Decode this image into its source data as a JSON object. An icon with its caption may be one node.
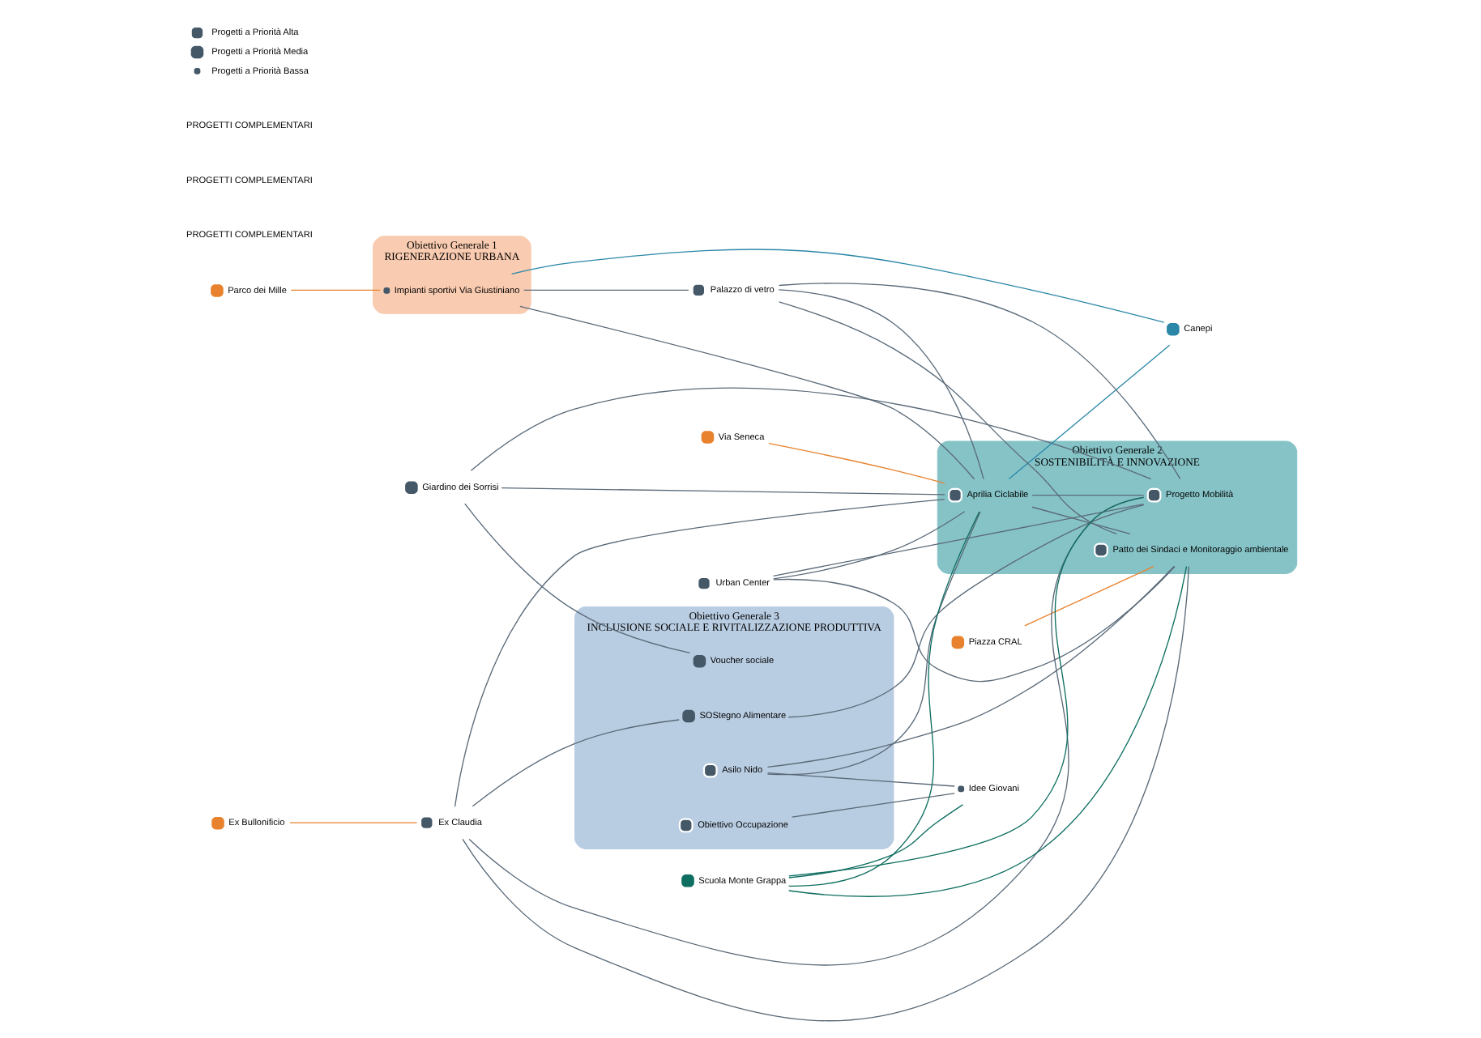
{
  "diagram": {
    "nodes": [
      {
        "text": [
          "Obiettivo Generale 1",
          "RIGENERAZIONE URBANA"
        ]
      },
      {
        "text": [
          "Ex Bullonificio"
        ]
      },
      {
        "text": [
          "Parco dei Mille"
        ]
      },
      {
        "text": [
          "Piazza CRAL"
        ]
      },
      {
        "text": [
          "Via Seneca"
        ]
      },
      {
        "text": [
          "Impianti sportivi Via Giustiniano"
        ],
        "in": 0
      },
      {
        "text": [
          "Obiettivo Generale 3",
          "INCLUSIONE SOCIALE E RIVITALIZZAZIONE PRODUTTIVA"
        ]
      },
      {
        "text": [
          "Canepi"
        ]
      },
      {
        "text": [
          "Voucher sociale"
        ],
        "in": 6
      },
      {
        "text": [
          "Giardino dei Sorrisi"
        ]
      },
      {
        "text": [
          "SOStegno Alimentare"
        ],
        "in": 6
      },
      {
        "text": [
          "Obiettivo Generale 2",
          "SOSTENIBILITÀ E INNOVAZIONE"
        ]
      },
      {
        "text": [
          "Palazzo di vetro"
        ]
      },
      {
        "text": [
          "Ex Claudia"
        ]
      },
      {
        "text": [
          "Urban Center"
        ]
      },
      {
        "text": [
          "Asilo Nido"
        ],
        "in": 6
      },
      {
        "text": [
          "Aprilia Ciclabile"
        ],
        "in": 11
      },
      {
        "text": [
          "Patto dei Sindaci e Monitoraggio ambientale"
        ],
        "in": 11
      },
      {
        "text": [
          "Obiettivo Occupazione"
        ],
        "in": 6
      },
      {
        "text": [
          "Scuola Monte Grappa"
        ]
      },
      {
        "text": [
          "Idee Giovani"
        ]
      },
      {
        "text": [
          "Progetto Mobilità"
        ],
        "in": 11
      }
    ],
    "edges": [
      {
        "from": 1,
        "to": 13,
        "arrow": "none",
        "color": "#e8822e"
      },
      {
        "from": 2,
        "to": 5,
        "arrow": "none",
        "color": "#e8822e"
      },
      {
        "from": 3,
        "to": 17,
        "arrow": "none",
        "color": "#e8822e"
      },
      {
        "from": 4,
        "to": 16,
        "arrow": "none",
        "color": "#e8822e"
      },
      {
        "from": 5,
        "to": 7,
        "arrow": "none",
        "color": "#2a87a8"
      },
      {
        "from": 5,
        "to": 12,
        "arrow": "none"
      },
      {
        "from": 5,
        "to": 16,
        "arrow": "none"
      },
      {
        "from": 16,
        "to": 7,
        "arrow": "none",
        "color": "#2a87a8"
      },
      {
        "from": 9,
        "to": 8,
        "arrow": "none"
      },
      {
        "from": 13,
        "to": 10,
        "arrow": "none"
      },
      {
        "from": 10,
        "to": 21,
        "arrow": "none"
      },
      {
        "from": 12,
        "to": 16,
        "arrow": "none"
      },
      {
        "from": 12,
        "to": 17,
        "arrow": "none"
      },
      {
        "from": 12,
        "to": 21,
        "arrow": "none"
      },
      {
        "from": 9,
        "to": 16,
        "arrow": "none"
      },
      {
        "from": 9,
        "to": 21,
        "arrow": "none"
      },
      {
        "from": 13,
        "to": 16,
        "arrow": "none"
      },
      {
        "from": 13,
        "to": 17,
        "arrow": "none"
      },
      {
        "from": 13,
        "to": 21,
        "arrow": "none"
      },
      {
        "from": 14,
        "to": 16,
        "arrow": "none"
      },
      {
        "from": 14,
        "to": 17,
        "arrow": "none"
      },
      {
        "from": 14,
        "to": 21,
        "arrow": "none"
      },
      {
        "from": 15,
        "to": 16,
        "arrow": "none"
      },
      {
        "from": 15,
        "to": 17,
        "arrow": "none"
      },
      {
        "from": 15,
        "to": 20,
        "arrow": "none"
      },
      {
        "from": 18,
        "to": 20,
        "arrow": "none"
      },
      {
        "from": 16,
        "to": 17,
        "arrow": "none"
      },
      {
        "from": 16,
        "to": 21,
        "arrow": "none"
      },
      {
        "from": 19,
        "to": 16,
        "arrow": "none",
        "color": "#0e6e60"
      },
      {
        "from": 19,
        "to": 17,
        "arrow": "none",
        "color": "#0e6e60"
      },
      {
        "from": 19,
        "to": 20,
        "arrow": "none",
        "color": "#0e6e60"
      },
      {
        "from": 19,
        "to": 21,
        "arrow": "none",
        "color": "#0e6e60"
      }
    ],
    "labels": [
      "PROGETTI COMPLEMENTARI",
      "PROGETTI COMPLEMENTARI",
      "PROGETTI COMPLEMENTARI"
    ],
    "legend": [
      {
        "text": "Progetti a Priorità Alta"
      },
      {
        "text": "Progetti a Priorità Media"
      },
      {
        "text": "Progetti a Priorità Bassa"
      }
    ]
  }
}
